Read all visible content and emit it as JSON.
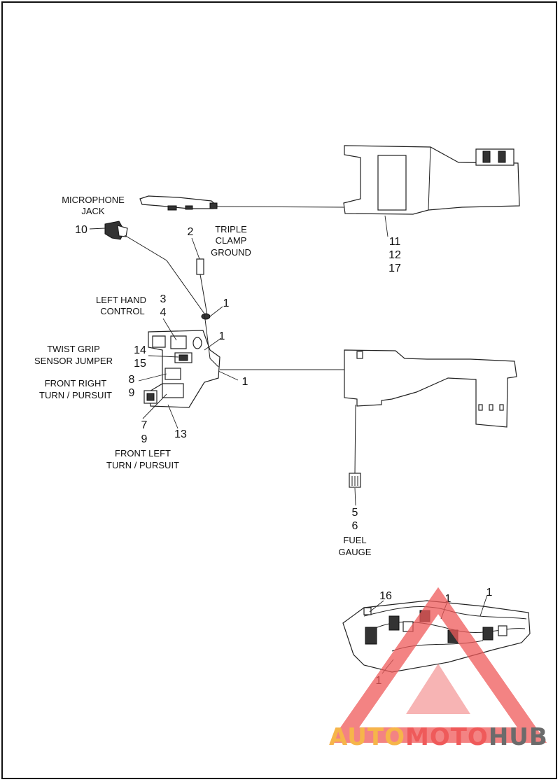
{
  "labels": {
    "microphone_jack": [
      "MICROPHONE",
      "JACK"
    ],
    "triple_clamp_ground": [
      "TRIPLE",
      "CLAMP",
      "GROUND"
    ],
    "left_hand_control": [
      "LEFT HAND",
      "CONTROL"
    ],
    "twist_grip_sensor_jumper": [
      "TWIST GRIP",
      "SENSOR JUMPER"
    ],
    "front_right_turn_pursuit": [
      "FRONT RIGHT",
      "TURN / PURSUIT"
    ],
    "front_left_turn_pursuit": [
      "FRONT LEFT",
      "TURN / PURSUIT"
    ],
    "fuel_gauge": [
      "FUEL",
      "GAUGE"
    ]
  },
  "callouts": {
    "c10": "10",
    "c2": "2",
    "c11": "11",
    "c12": "12",
    "c17": "17",
    "c3": "3",
    "c4": "4",
    "c1a": "1",
    "c1b": "1",
    "c14": "14",
    "c15": "15",
    "c1c": "1",
    "c8": "8",
    "c9a": "9",
    "c7": "7",
    "c9b": "9",
    "c13": "13",
    "c5": "5",
    "c6": "6",
    "c16": "16",
    "c1d": "1",
    "c1e": "1",
    "c1f": "1"
  },
  "watermark": {
    "part1": "AUTO",
    "part2": "MOTO",
    "part3": "HUB",
    "color_orange": "#f6b54a",
    "color_red": "#ef5a5a",
    "color_gray": "#6b6b6b"
  }
}
